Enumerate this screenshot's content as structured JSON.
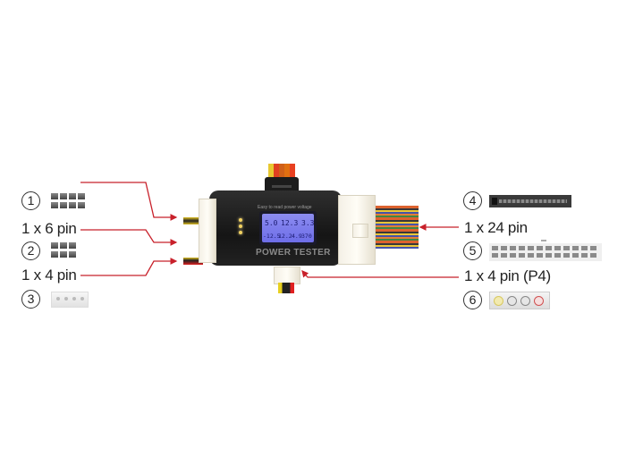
{
  "device": {
    "brand_text": "POWER TESTER",
    "lcd_caption": "Easy to read power voltage",
    "lcd_row1": [
      "5.0",
      "12.3",
      "3.3"
    ],
    "lcd_row2": [
      "-12.5",
      "12.2",
      "4.9",
      "370"
    ],
    "led_count": 3
  },
  "left_items": [
    {
      "number": "1",
      "label": "1 x 6 pin",
      "icon": "6-pin-connector-icon"
    },
    {
      "number": "2",
      "label": "1 x 4 pin",
      "icon": "4-pin-connector-icon"
    },
    {
      "number": "3",
      "label": "",
      "icon": "molex-4-pin-connector-icon"
    }
  ],
  "right_items": [
    {
      "number": "4",
      "label": "1 x 24 pin",
      "icon": "sata-connector-icon"
    },
    {
      "number": "5",
      "label": "1 x 4 pin (P4)",
      "icon": "24-pin-connector-icon"
    },
    {
      "number": "6",
      "label": "",
      "icon": "molex-power-connector-icon"
    }
  ],
  "colors": {
    "arrow": "#c8202a",
    "device_body": "#1e1e1e",
    "lcd": "#7a7aee",
    "text": "#222222"
  }
}
